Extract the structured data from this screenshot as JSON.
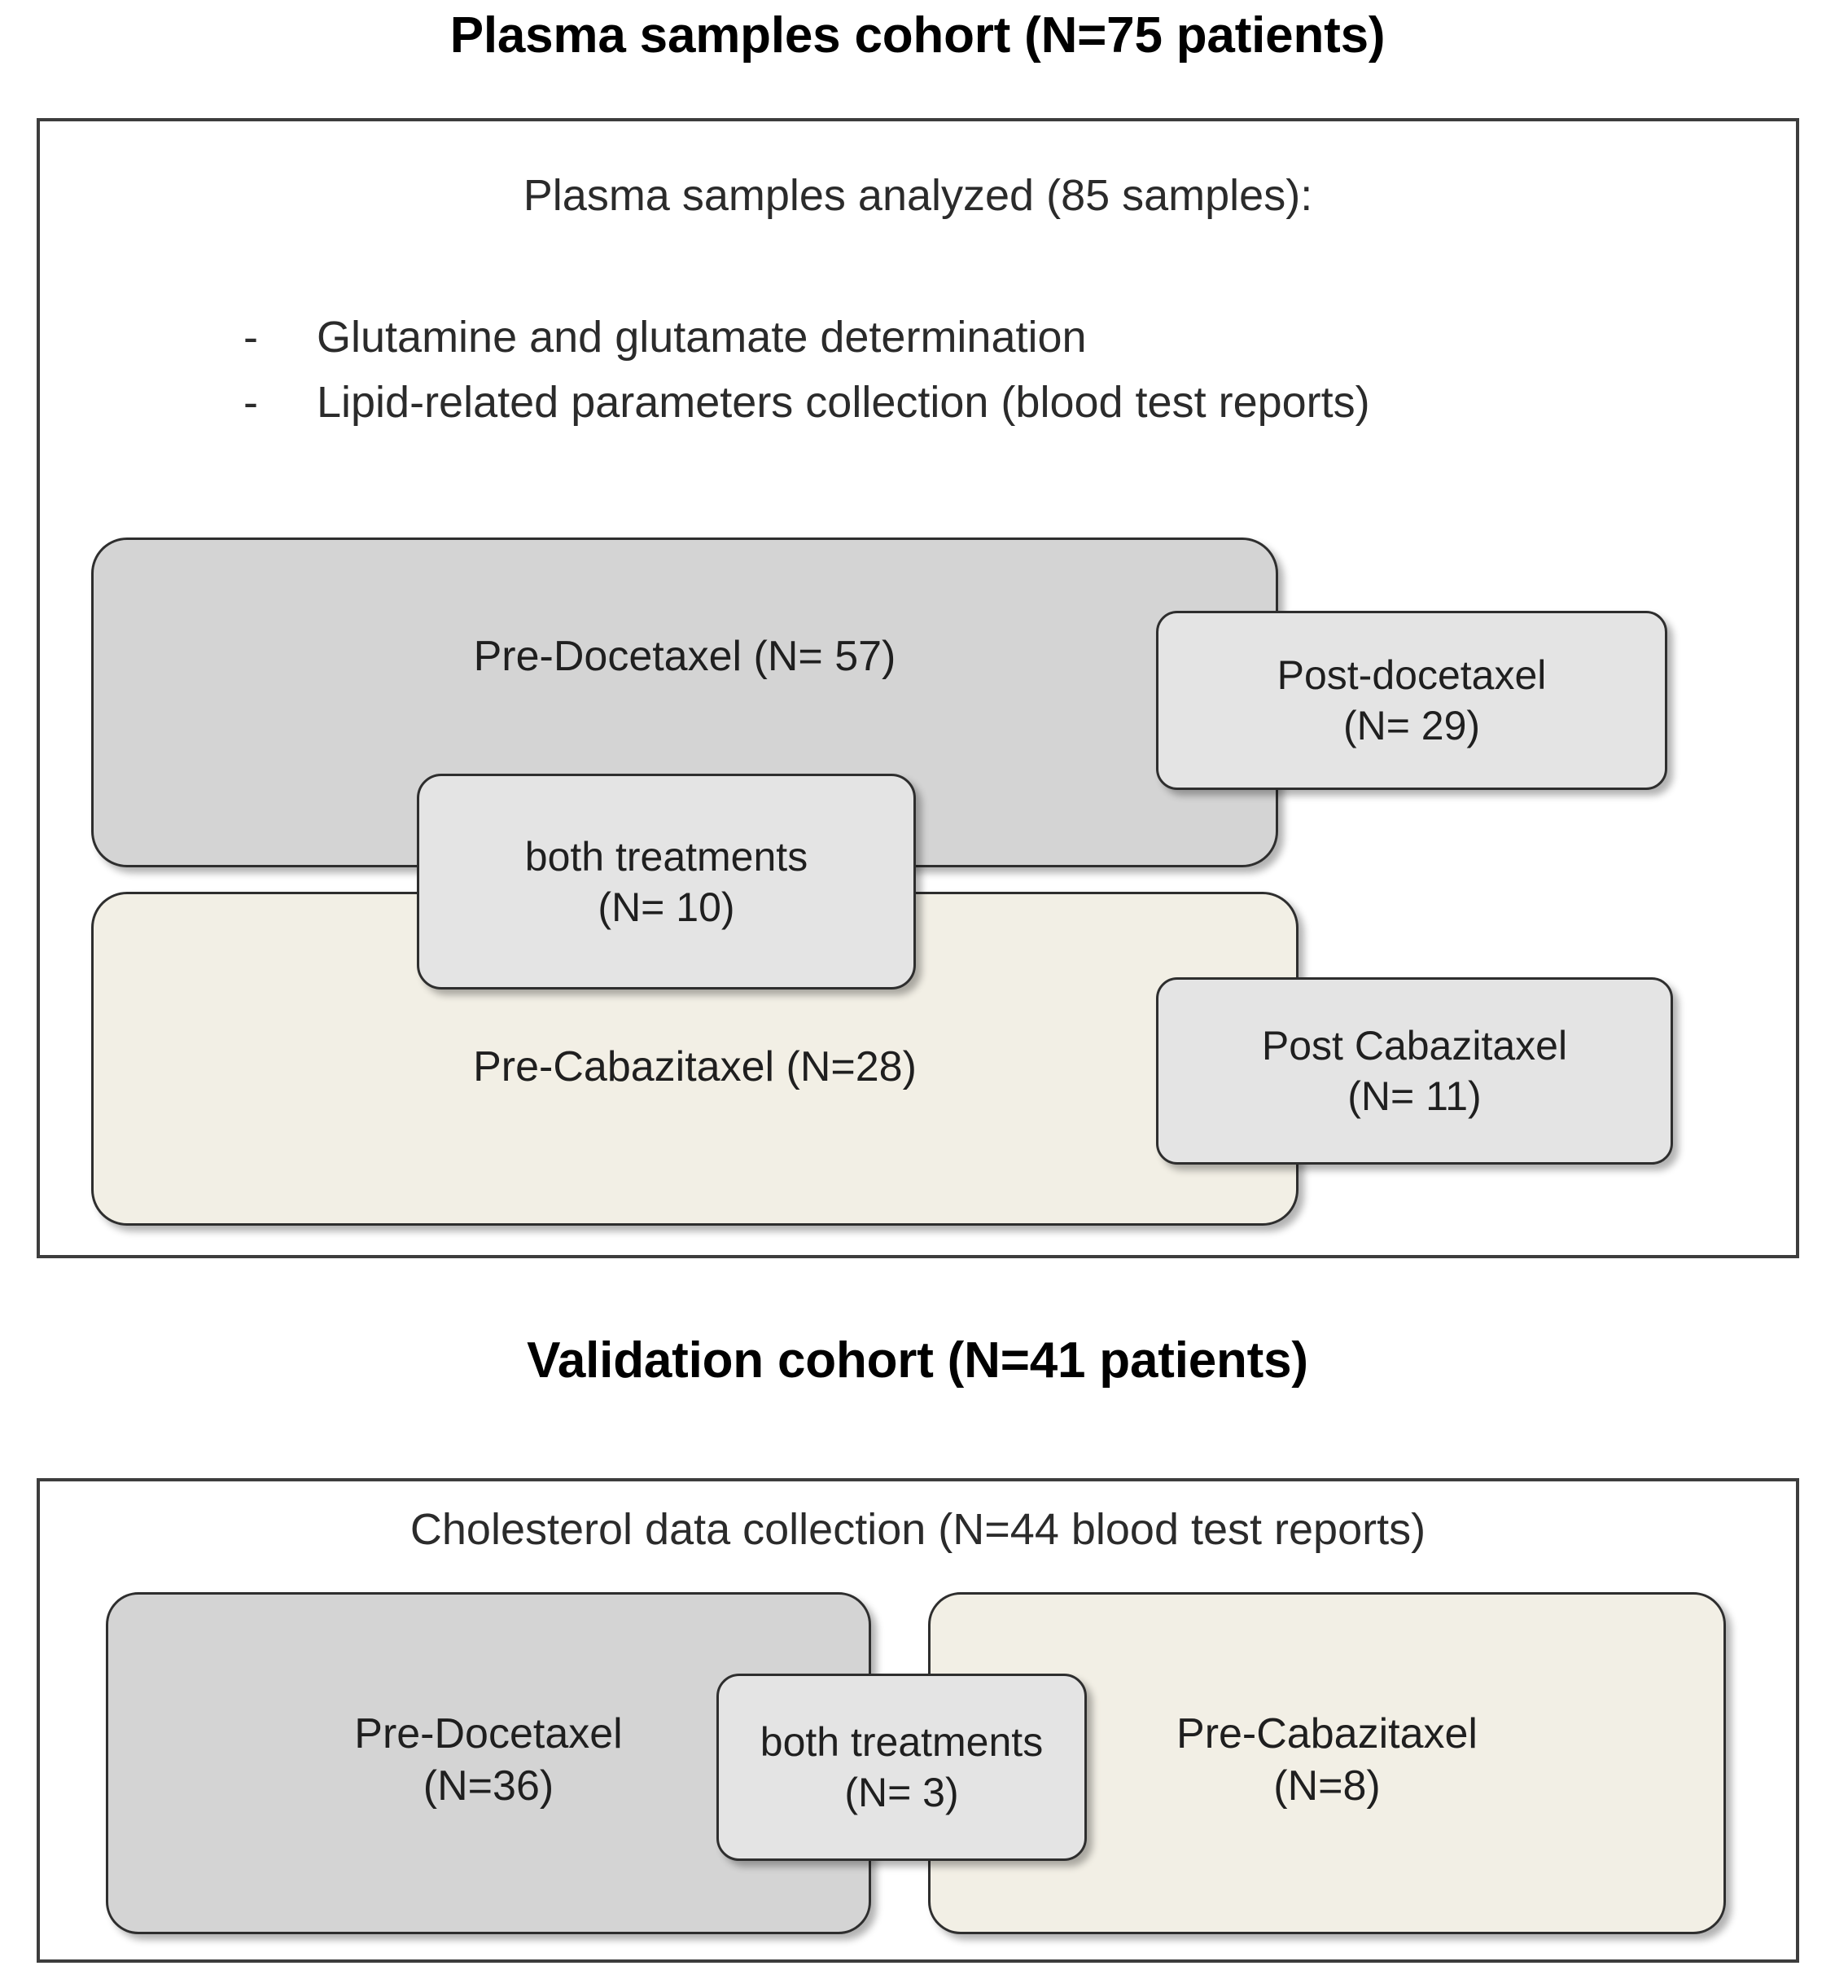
{
  "figure": {
    "type": "flow-diagram",
    "sections": [
      {
        "id": "plasma",
        "title": "Plasma samples cohort (N=75 patients)",
        "heading": "Plasma samples analyzed (85 samples):",
        "bullets": [
          {
            "marker": "-",
            "text": "Glutamine and glutamate determination"
          },
          {
            "marker": "-",
            "text": "Lipid-related parameters collection (blood test reports)"
          }
        ],
        "boxes": {
          "pre_docetaxel": {
            "label": "Pre-Docetaxel (N= 57)",
            "fill": "#d4d4d4"
          },
          "post_docetaxel": {
            "label": "Post-docetaxel\n(N= 29)",
            "fill": "#e4e4e4"
          },
          "both_treatments": {
            "label": "both treatments\n(N= 10)",
            "fill": "#e4e4e4"
          },
          "pre_cabazitaxel": {
            "label": "Pre-Cabazitaxel (N=28)",
            "fill": "#f2efe5"
          },
          "post_cabazitaxel": {
            "label": "Post Cabazitaxel\n(N= 11)",
            "fill": "#e4e4e4"
          }
        }
      },
      {
        "id": "validation",
        "title": "Validation cohort (N=41 patients)",
        "heading": "Cholesterol data collection (N=44 blood test reports)",
        "boxes": {
          "pre_docetaxel": {
            "label": "Pre-Docetaxel\n(N=36)",
            "fill": "#d4d4d4"
          },
          "both_treatments": {
            "label": "both treatments\n(N= 3)",
            "fill": "#e4e4e4"
          },
          "pre_cabazitaxel": {
            "label": "Pre-Cabazitaxel\n(N=8)",
            "fill": "#f2efe5"
          }
        }
      }
    ],
    "colors": {
      "frame_border": "#3d3d3d",
      "box_border": "#2e2e2e",
      "docetaxel_fill": "#d4d4d4",
      "cabazitaxel_fill": "#f2efe5",
      "neutral_fill": "#e4e4e4",
      "text": "#1f1f1f",
      "background": "#ffffff"
    }
  }
}
